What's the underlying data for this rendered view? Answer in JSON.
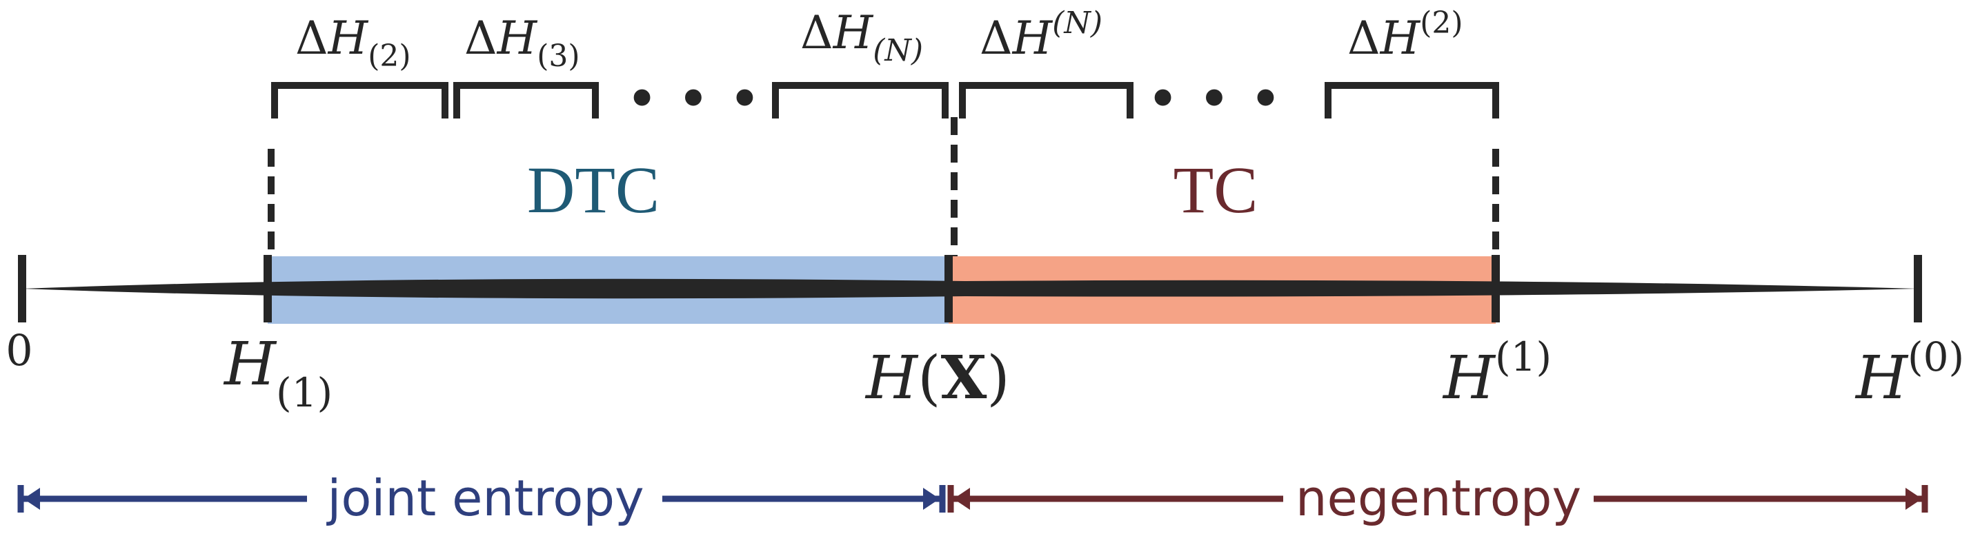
{
  "colors": {
    "axis": "#262626",
    "dtc_fill": "#a3bfe3",
    "tc_fill": "#f5a386",
    "dtc_text": "#1f5a75",
    "tc_text": "#6a2a2e",
    "joint_entropy": "#2e3f7e",
    "negentropy": "#6a2a2e"
  },
  "axis": {
    "tick_zero": "0",
    "tick_h1_sub": {
      "base": "H",
      "sub": "(1)"
    },
    "tick_hx": {
      "base": "H",
      "arg": "X"
    },
    "tick_h1_sup": {
      "base": "H",
      "sup": "(1)"
    },
    "tick_h0_sup": {
      "base": "H",
      "sup": "(0)"
    }
  },
  "regions": {
    "dtc": "DTC",
    "tc": "TC"
  },
  "brackets": {
    "delta": "Δ",
    "base": "H",
    "b2": "(2)",
    "b3": "(3)",
    "bN": "(N)",
    "bsupN": "(N)",
    "bsup2": "(2)",
    "ellipsis": "• • •"
  },
  "ranges": {
    "joint_entropy": "joint entropy",
    "negentropy": "negentropy"
  }
}
